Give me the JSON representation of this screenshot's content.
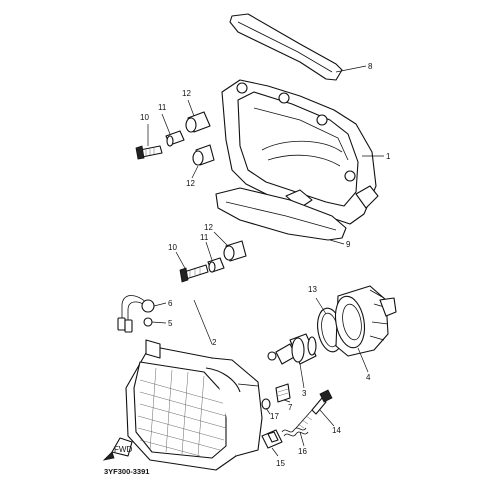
{
  "diagram_code": "3YF300-3391",
  "fwd_label": "FWD",
  "callouts": [
    {
      "id": "c1",
      "text": "1"
    },
    {
      "id": "c2",
      "text": "2"
    },
    {
      "id": "c3",
      "text": "3"
    },
    {
      "id": "c4",
      "text": "4"
    },
    {
      "id": "c5",
      "text": "5"
    },
    {
      "id": "c6",
      "text": "6"
    },
    {
      "id": "c7",
      "text": "7"
    },
    {
      "id": "c8",
      "text": "8"
    },
    {
      "id": "c9",
      "text": "9"
    },
    {
      "id": "c10a",
      "text": "10"
    },
    {
      "id": "c10b",
      "text": "10"
    },
    {
      "id": "c11a",
      "text": "11"
    },
    {
      "id": "c11b",
      "text": "11"
    },
    {
      "id": "c12a",
      "text": "12"
    },
    {
      "id": "c12b",
      "text": "12"
    },
    {
      "id": "c12c",
      "text": "12"
    },
    {
      "id": "c13",
      "text": "13"
    },
    {
      "id": "c14",
      "text": "14"
    },
    {
      "id": "c15",
      "text": "15"
    },
    {
      "id": "c16",
      "text": "16"
    },
    {
      "id": "c17",
      "text": "17"
    }
  ]
}
